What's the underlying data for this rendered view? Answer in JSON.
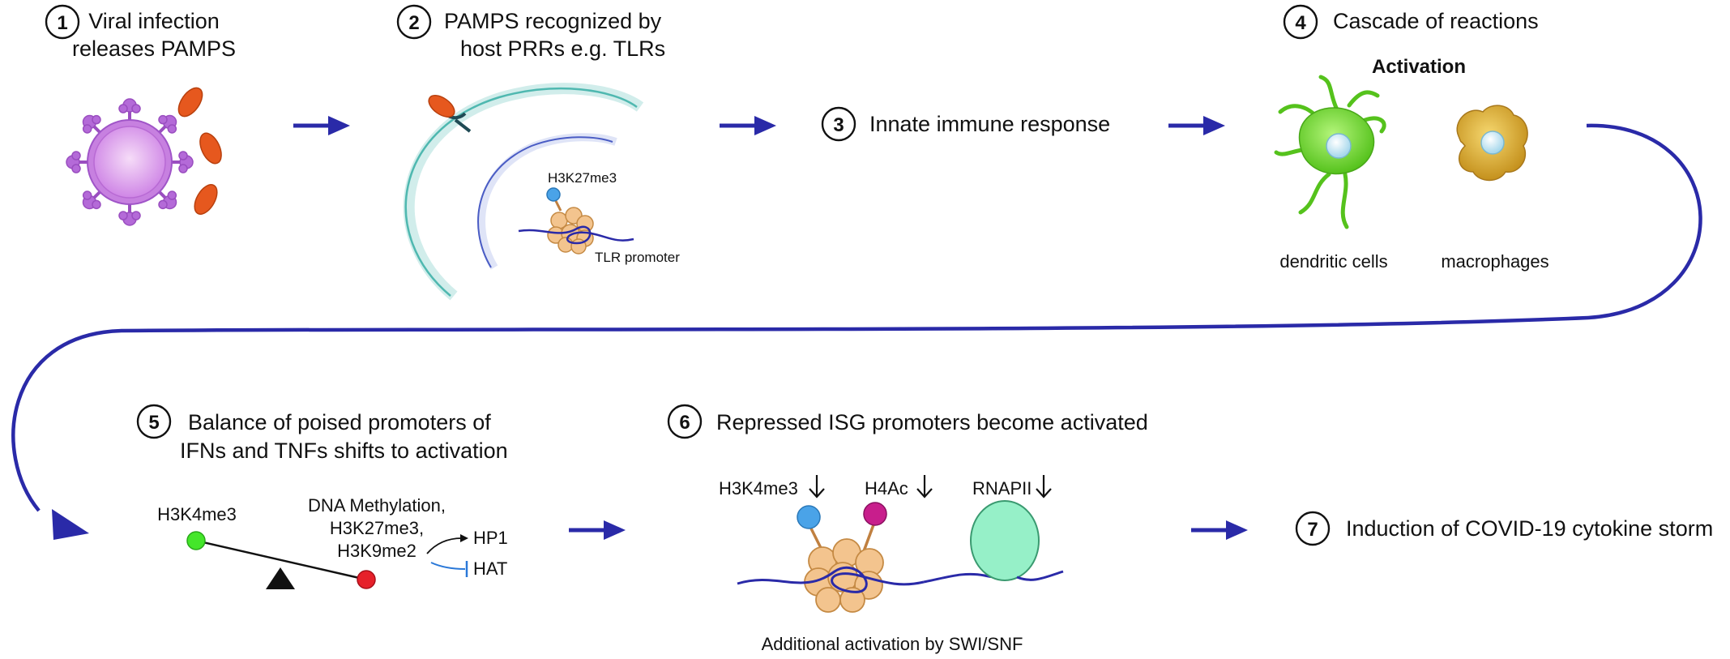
{
  "steps": [
    {
      "num": "1",
      "line1": "Viral infection",
      "line2": "releases PAMPS"
    },
    {
      "num": "2",
      "line1": "PAMPS recognized by",
      "line2": "host PRRs e.g. TLRs"
    },
    {
      "num": "3",
      "line1": "Innate immune response"
    },
    {
      "num": "4",
      "line1": "Cascade of reactions"
    },
    {
      "num": "5",
      "line1": "Balance of poised promoters of",
      "line2": "IFNs and TNFs shifts to activation"
    },
    {
      "num": "6",
      "line1": "Repressed ISG promoters become activated"
    },
    {
      "num": "7",
      "line1": "Induction of COVID-19 cytokine storm"
    }
  ],
  "panel2": {
    "mark": "H3K27me3",
    "promoter": "TLR promoter"
  },
  "panel4": {
    "heading": "Activation",
    "cell1": "dendritic cells",
    "cell2": "macrophages"
  },
  "panel5": {
    "left_mark": "H3K4me3",
    "right_line1": "DNA Methylation,",
    "right_line2": "H3K27me3,",
    "right_line3": "H3K9me2",
    "target1": "HP1",
    "target2": "HAT"
  },
  "panel6": {
    "mark1": "H3K4me3",
    "mark2": "H4Ac",
    "mark3": "RNAPII",
    "footer": "Additional activation by SWI/SNF"
  },
  "colors": {
    "arrow": "#2a2aa8",
    "virus": "#c77ee0",
    "pamp": "#e6581e",
    "membrane": "#4fb8b0",
    "nucleus": "#4a5cc4",
    "nucleosome": "#f3c48e",
    "dendritic": "#6ad63a",
    "macrophage": "#d8a830",
    "h3k4me3": "#4aa3e8",
    "green_dot": "#44e62a",
    "red_dot": "#e6202a",
    "h4ac": "#c81e8c",
    "rnapii": "#96f0c8"
  }
}
